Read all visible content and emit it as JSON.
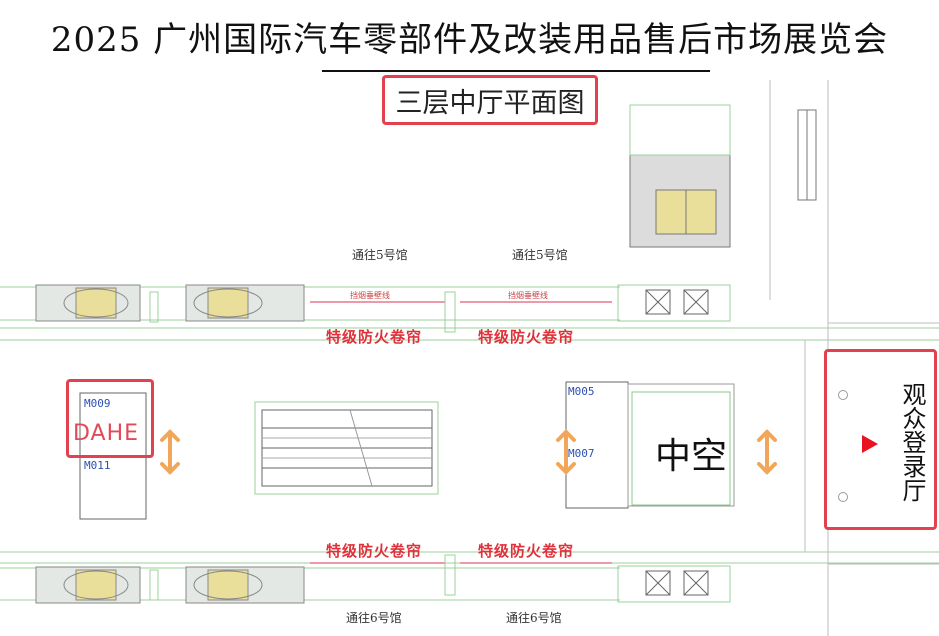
{
  "header": {
    "title": "2025 广州国际汽车零部件及改装用品售后市场展览会",
    "subtitle": "三层中厅平面图"
  },
  "routes": {
    "top_left": "通往5号馆",
    "top_right": "通往5号馆",
    "bottom_left": "通往6号馆",
    "bottom_right": "通往6号馆"
  },
  "fire_shutters": {
    "top_left": "特级防火卷帘",
    "top_right": "特级防火卷帘",
    "bottom_left": "特级防火卷帘",
    "bottom_right": "特级防火卷帘"
  },
  "small_marks": {
    "left": "挡烟垂壁线",
    "right": "挡烟垂壁线"
  },
  "booths": {
    "m009": "M009",
    "m011": "M011",
    "m005": "M005",
    "m007": "M007"
  },
  "exhibitor": "DAHE",
  "atrium": "中空",
  "registration_hall": "观众登录厅",
  "colors": {
    "highlight": "#e2424f",
    "fire_text": "#e0303a",
    "booth_code": "#2b4fb5",
    "arrow": "#f2a65a",
    "wall_green": "#7dc07d",
    "wall_gray": "#9a9a9a"
  }
}
